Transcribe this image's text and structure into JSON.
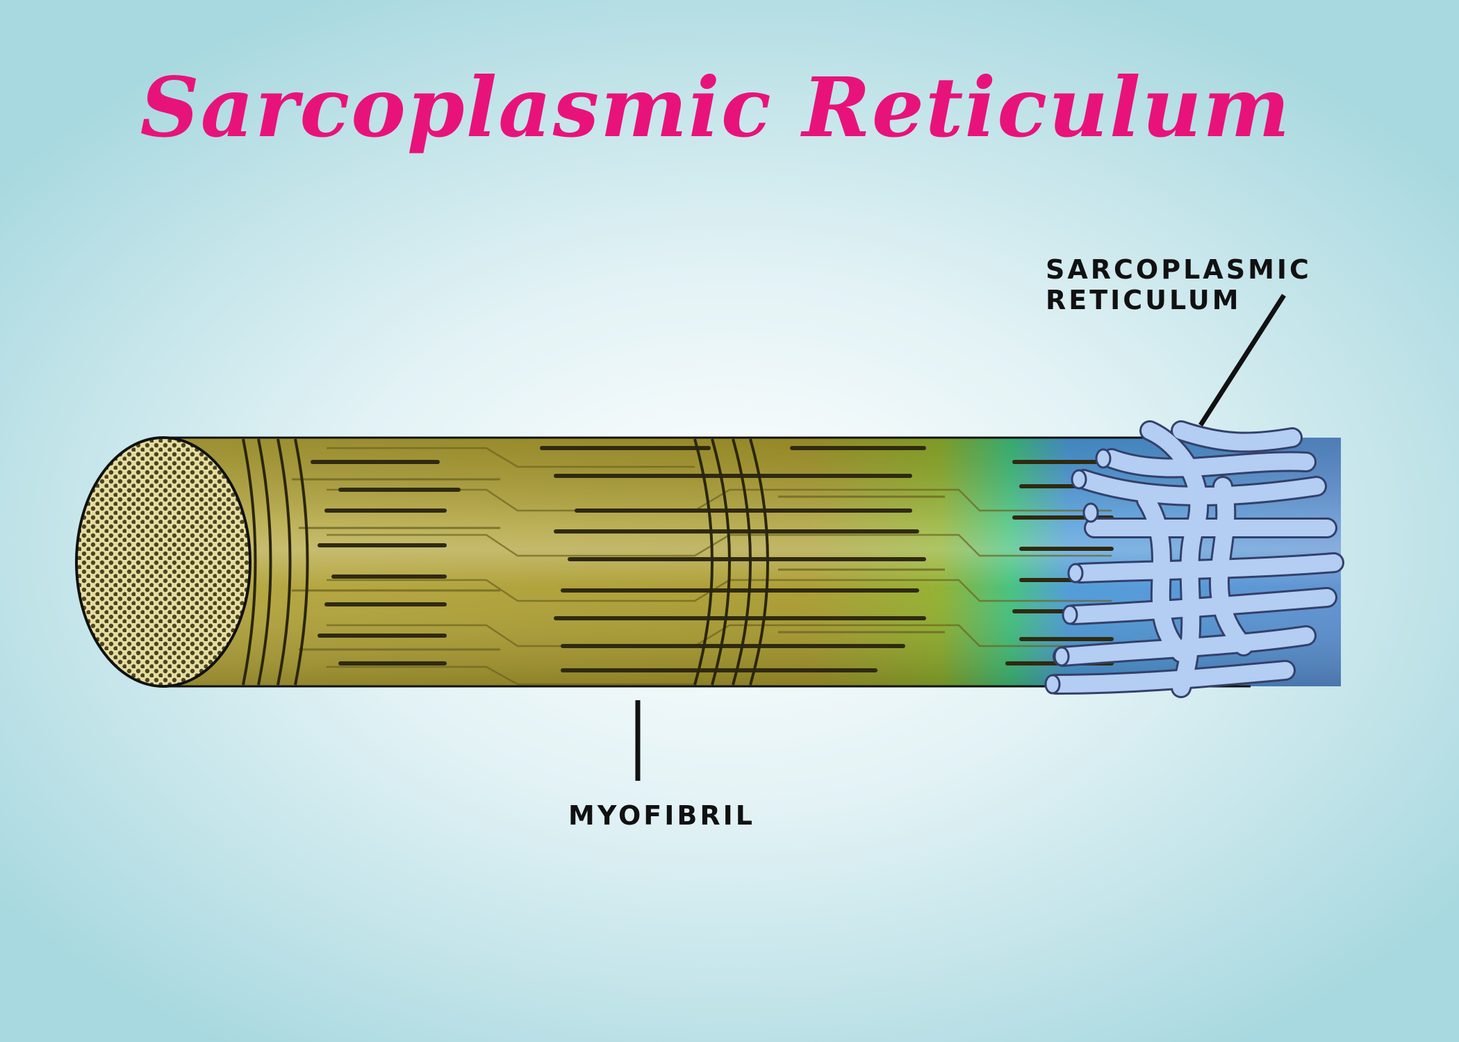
{
  "title": "Sarcoplasmic Reticulum",
  "labels": {
    "sarcoplasmic_reticulum": "SARCOPLASMIC RETICULUM",
    "myofibril": "MYOFIBRIL"
  },
  "colors": {
    "title": "#e8137a",
    "fiber_olive": "#a89a2c",
    "fiber_green": "#6fbd3a",
    "fiber_blue": "#4a8fd6",
    "reticulum": "#b3cdf3",
    "outline": "#111111"
  }
}
